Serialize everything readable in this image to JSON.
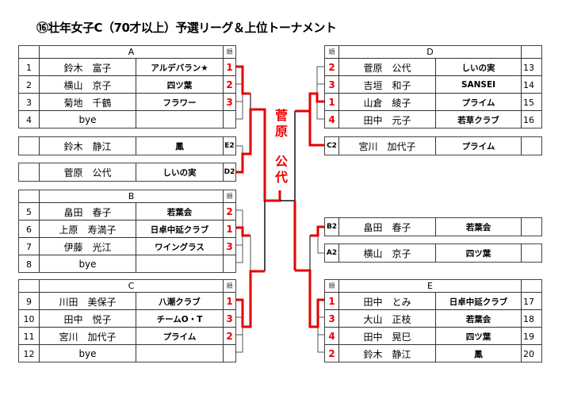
{
  "title": "⑯壮年女子C（70才以上）予選リーグ＆上位トーナメント",
  "rank_header": "順",
  "champion": [
    "菅",
    "原",
    "公",
    "代"
  ],
  "left_groups": [
    {
      "name": "A",
      "players": [
        {
          "no": "1",
          "name": "鈴木　富子",
          "club": "アルデバラン★",
          "rank": "1"
        },
        {
          "no": "2",
          "name": "横山　京子",
          "club": "四ツ葉",
          "rank": "2"
        },
        {
          "no": "3",
          "name": "菊地　千鶴",
          "club": "フラワー",
          "rank": "3"
        },
        {
          "no": "4",
          "name": "bye",
          "club": "",
          "rank": ""
        }
      ]
    },
    {
      "name": "B",
      "players": [
        {
          "no": "5",
          "name": "畠田　春子",
          "club": "若葉会",
          "rank": "2"
        },
        {
          "no": "6",
          "name": "上原　寿満子",
          "club": "日卓中延クラブ",
          "rank": "1"
        },
        {
          "no": "7",
          "name": "伊藤　光江",
          "club": "ワイングラス",
          "rank": "3"
        },
        {
          "no": "8",
          "name": "bye",
          "club": "",
          "rank": ""
        }
      ]
    },
    {
      "name": "C",
      "players": [
        {
          "no": "9",
          "name": "川田　美保子",
          "club": "八潮クラブ",
          "rank": "1"
        },
        {
          "no": "10",
          "name": "田中　悦子",
          "club": "チームO・T",
          "rank": "3"
        },
        {
          "no": "11",
          "name": "宮川　加代子",
          "club": "プライム",
          "rank": "2"
        },
        {
          "no": "12",
          "name": "bye",
          "club": "",
          "rank": ""
        }
      ]
    }
  ],
  "right_groups": [
    {
      "name": "D",
      "players": [
        {
          "no": "13",
          "name": "菅原　公代",
          "club": "しいの実",
          "rank": "2"
        },
        {
          "no": "14",
          "name": "吉垣　和子",
          "club": "SANSEI",
          "rank": "3"
        },
        {
          "no": "15",
          "name": "山倉　綾子",
          "club": "プライム",
          "rank": "1"
        },
        {
          "no": "16",
          "name": "田中　元子",
          "club": "若草クラブ",
          "rank": "4"
        }
      ]
    },
    {
      "name": "E",
      "players": [
        {
          "no": "17",
          "name": "田中　とみ",
          "club": "日卓中延クラブ",
          "rank": "1"
        },
        {
          "no": "18",
          "name": "大山　正枝",
          "club": "若葉会",
          "rank": "3"
        },
        {
          "no": "19",
          "name": "田中　晃巳",
          "club": "四ツ葉",
          "rank": "4"
        },
        {
          "no": "20",
          "name": "鈴木　静江",
          "club": "鳳",
          "rank": "2"
        }
      ]
    }
  ],
  "left_seeds": [
    {
      "seed": "E2",
      "name": "鈴木　静江",
      "club": "鳳"
    },
    {
      "seed": "D2",
      "name": "菅原　公代",
      "club": "しいの実"
    }
  ],
  "right_seeds": [
    {
      "seed": "C2",
      "name": "宮川　加代子",
      "club": "プライム"
    },
    {
      "seed": "B2",
      "name": "畠田　春子",
      "club": "若葉会"
    },
    {
      "seed": "A2",
      "name": "横山　京子",
      "club": "四ツ葉"
    }
  ],
  "colors": {
    "winner_line": "#e60000",
    "line": "#333333"
  }
}
